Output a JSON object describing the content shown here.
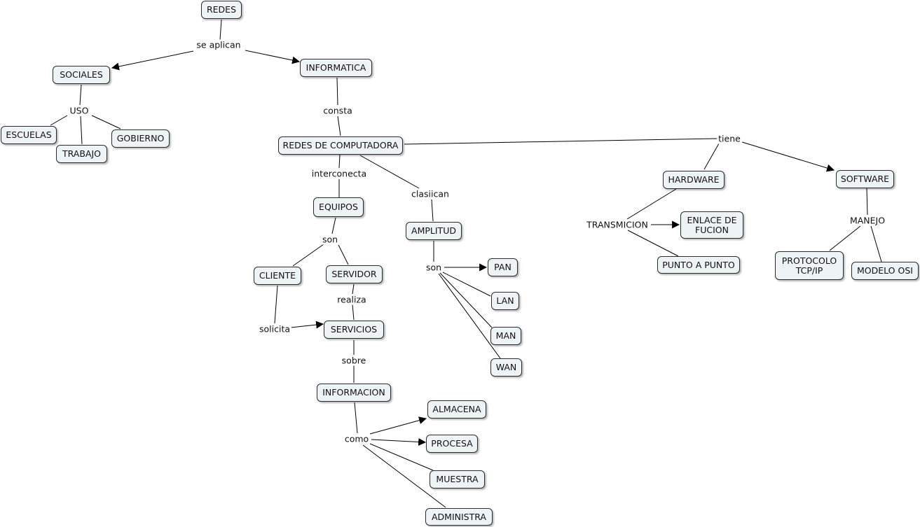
{
  "nodes": {
    "redes": "REDES",
    "sociales": "SOCIALES",
    "informatica": "INFORMATICA",
    "escuelas": "ESCUELAS",
    "trabajo": "TRABAJO",
    "gobierno": "GOBIERNO",
    "redes_computadora": "REDES DE COMPUTADORA",
    "equipos": "EQUIPOS",
    "cliente": "CLIENTE",
    "servidor": "SERVIDOR",
    "servicios": "SERVICIOS",
    "informacion": "INFORMACION",
    "almacena": "ALMACENA",
    "procesa": "PROCESA",
    "muestra": "MUESTRA",
    "administra": "ADMINISTRA",
    "amplitud": "AMPLITUD",
    "pan": "PAN",
    "lan": "LAN",
    "man": "MAN",
    "wan": "WAN",
    "hardware": "HARDWARE",
    "enlace": "ENLACE DE\nFUCION",
    "punto": "PUNTO A PUNTO",
    "software": "SOFTWARE",
    "protocolo": "PROTOCOLO\nTCP/IP",
    "modelo": "MODELO OSI"
  },
  "links": {
    "se_aplican": "se aplican",
    "uso": "USO",
    "consta": "consta",
    "tiene": "tiene",
    "interconecta": "interconecta",
    "clasiican": "clasiican",
    "son_equipos": "son",
    "son_amplitud": "son",
    "realiza": "realiza",
    "solicita": "solicita",
    "sobre": "sobre",
    "como": "como",
    "transmicion": "TRANSMICION",
    "manejo": "MANEJO"
  }
}
